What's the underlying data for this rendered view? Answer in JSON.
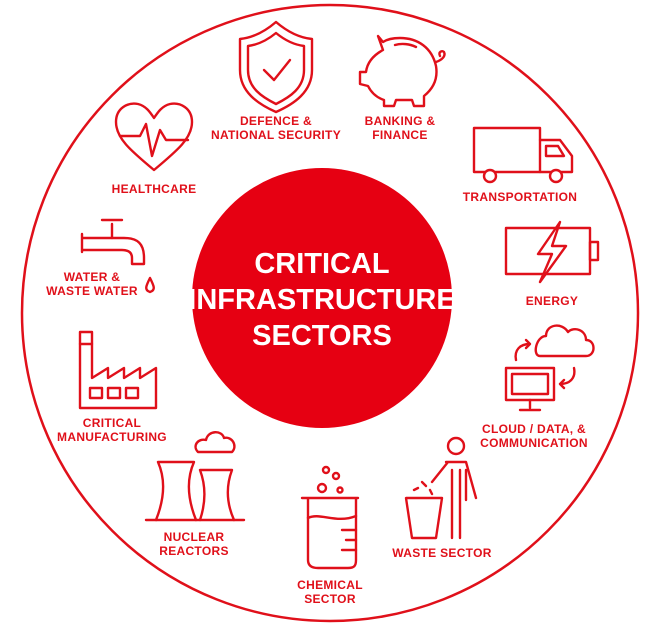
{
  "title": [
    "CRITICAL",
    "INFRASTRUCTURE",
    "SECTORS"
  ],
  "colors": {
    "accent": "#e60012",
    "background": "#ffffff"
  },
  "sectors": [
    {
      "label": [
        "DEFENCE &",
        "NATIONAL SECURITY"
      ],
      "icon": "shield-check-icon"
    },
    {
      "label": [
        "BANKING &",
        "FINANCE"
      ],
      "icon": "piggy-bank-icon"
    },
    {
      "label": [
        "TRANSPORTATION"
      ],
      "icon": "truck-icon"
    },
    {
      "label": [
        "ENERGY"
      ],
      "icon": "battery-bolt-icon"
    },
    {
      "label": [
        "CLOUD / DATA, &",
        "COMMUNICATION"
      ],
      "icon": "cloud-computer-icon"
    },
    {
      "label": [
        "WASTE SECTOR"
      ],
      "icon": "waste-bin-person-icon"
    },
    {
      "label": [
        "CHEMICAL",
        "SECTOR"
      ],
      "icon": "beaker-icon"
    },
    {
      "label": [
        "NUCLEAR",
        "REACTORS"
      ],
      "icon": "cooling-tower-icon"
    },
    {
      "label": [
        "CRITICAL",
        "MANUFACTURING"
      ],
      "icon": "factory-icon"
    },
    {
      "label": [
        "WATER &",
        "WASTE WATER"
      ],
      "icon": "faucet-icon"
    },
    {
      "label": [
        "HEALTHCARE"
      ],
      "icon": "heart-pulse-icon"
    }
  ]
}
